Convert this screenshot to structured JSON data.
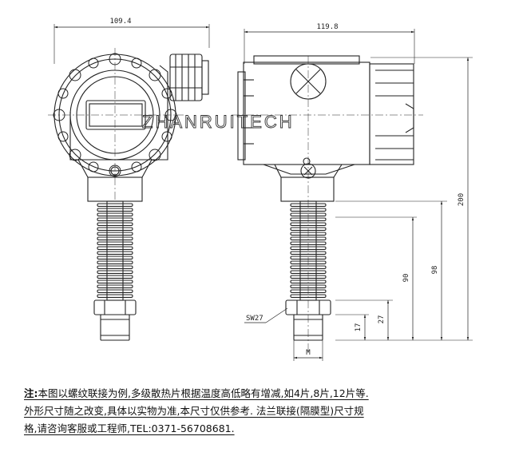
{
  "drawing": {
    "front_width": "109.4",
    "side_width": "119.8",
    "height_total": "200",
    "height_98": "98",
    "height_90": "90",
    "height_27": "27",
    "height_17": "17",
    "wrench_size": "SW27",
    "thread": "M",
    "watermark": "ZHANRUITECH"
  },
  "note": {
    "label": "注:",
    "line1": "本图以螺纹联接为例,多级散热片根据温度高低略有增减,如4片,8片,12片等.",
    "line2": "外形尺寸随之改变,具体以实物为准,本尺寸仅供参考. 法兰联接(隔膜型)尺寸规",
    "line3": "格,请咨询客服或工程师,TEL:0371-56708681."
  }
}
